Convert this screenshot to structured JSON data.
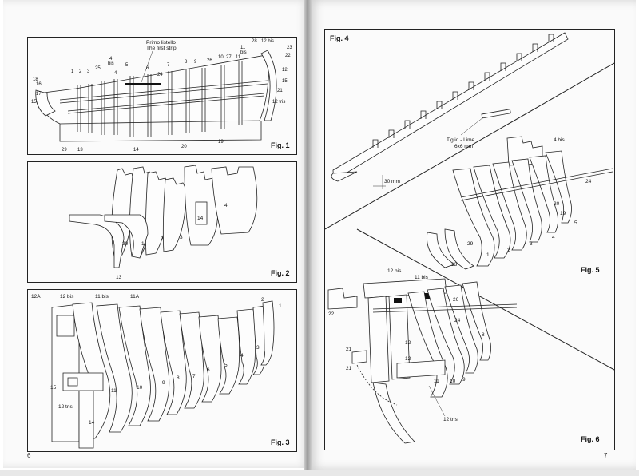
{
  "pages": {
    "left_number": "6",
    "right_number": "7"
  },
  "figures": {
    "fig1": {
      "label": "Fig. 1",
      "callout_it": "Primo listello",
      "callout_en": "The first strip",
      "parts": {
        "p28": "28",
        "p12bis": "12 bis",
        "p23": "23",
        "p11bis_a": "11",
        "p11bis_b": "bis",
        "p22": "22",
        "p10": "10",
        "p27": "27",
        "p11": "11",
        "p26": "26",
        "p8": "8",
        "p9": "9",
        "p7": "7",
        "p5": "5",
        "p6": "6",
        "p24": "24",
        "p4bis_a": "4",
        "p4bis_b": "bis",
        "p1": "1",
        "p2": "2",
        "p3": "3",
        "p25": "25",
        "p4": "4",
        "p18": "18",
        "p16": "16",
        "p17": "17",
        "p15": "15",
        "p29": "29",
        "p13": "13",
        "p14": "14",
        "p20": "20",
        "p19": "19",
        "p12": "12",
        "p21": "21",
        "p12tris": "12 tris"
      }
    },
    "fig2": {
      "label": "Fig. 2",
      "parts": {
        "p20": "20",
        "p1": "1",
        "p2": "2",
        "p3": "3",
        "p14": "14",
        "p4": "4",
        "p13": "13"
      }
    },
    "fig3": {
      "label": "Fig. 3",
      "parts": {
        "p12A": "12A",
        "p12bis": "12 bis",
        "p11bis": "11 bis",
        "p11A": "11A",
        "p2": "2",
        "p1": "1",
        "p3": "3",
        "p4": "4",
        "p5": "5",
        "p6": "6",
        "p7": "7",
        "p8": "8",
        "p9": "9",
        "p10": "10",
        "p11": "11",
        "p15": "15",
        "p12tris": "12 tris",
        "p14": "14"
      }
    },
    "fig4": {
      "label": "Fig. 4",
      "wood_it": "Tiglio - Lime",
      "wood_size": "6x6 mm",
      "dimension": "30 mm"
    },
    "fig5": {
      "label": "Fig. 5",
      "parts": {
        "p4bis": "4 bis",
        "p24": "24",
        "p20": "20",
        "p19": "19",
        "p5": "5",
        "p4": "4",
        "p3": "3",
        "p2": "2",
        "p1": "1",
        "p29": "29",
        "p13": "13"
      }
    },
    "fig6": {
      "label": "Fig. 6",
      "parts": {
        "p12bis": "12 bis",
        "p11bis": "11 bis",
        "p22": "22",
        "p26": "26",
        "p24": "24",
        "p8": "8",
        "p12": "12",
        "p21": "21",
        "p11": "11",
        "p10": "10",
        "p9": "9",
        "p12tris": "12 tris"
      }
    }
  }
}
